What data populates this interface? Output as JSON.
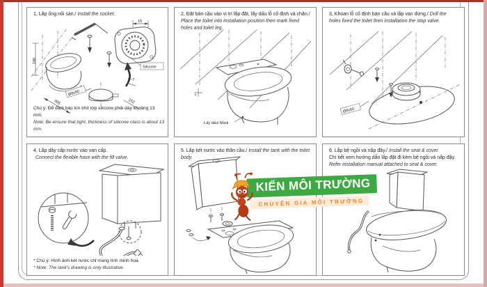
{
  "panels": [
    {
      "title_vi": "1, Lắp ống nối sàn./",
      "title_en": " Install the socket.",
      "labels": {
        "d15": "15",
        "silicone": "Silicone",
        "d180": "180",
        "d305": "305",
        "bolt": "Ø8x60",
        "d57": "5~7",
        "d152": "152"
      },
      "note_vi": "Chú ý: Để đảm bảo kín khít lớp silicone phải dày khoảng 13 mm,",
      "note_en": "Note:  Be ensure that tight, thickness of silicone class is about 13 mm."
    },
    {
      "title_vi": "2, Đặt bàn cầu vào vị trí lắp đặt, lấy dấu lỗ cố định và chân./",
      "title_en": " Place the toilet into installation position then mark fixed holes and toilet leg.",
      "labels": {
        "mark": "Lấy dấu/ Mark"
      }
    },
    {
      "title_vi": "3, Khoan lỗ cố định bàn cầu và lắp van dừng./",
      "title_en": " Drill the holes fixed the toilet then installation the stop valve.",
      "labels": {
        "bolt": "Ø8x60"
      }
    },
    {
      "title_vi": "4, Lắp dây cấp nước vào van cấp.",
      "title_en": "Connect the flexible hose with the fill valve.",
      "note_vi": "* Chú ý: Hình ảnh két nước chỉ mang tính minh họa.",
      "note_en": "* Note: The tank's drawing is only illustrative."
    },
    {
      "title_vi": "5. Lắp két nước vào thân cầu./",
      "title_en": " Install the tank with the toilet body."
    },
    {
      "title_vi": "6. Lắp bệ ngồi và nắp đậy./",
      "title_en": " Install the seat & cover.",
      "line2_vi": "Chi tiết xem hướng dẫn lắp đặt đi kèm bệ ngồi và nắp đậy.",
      "line3_en": "Refer installation manual attached to seat & cover."
    }
  ],
  "logo": {
    "brand": "KIẾN MÔI TRƯỜNG",
    "tagline": "CHUYÊN GIA MÔI TRƯỜNG",
    "colors": {
      "banner_green": "#3ea843",
      "tagline_orange": "#f58220",
      "tagline_bg": "#fdecd9",
      "ant_body": "#c0451c",
      "ant_hat": "#f0a325"
    }
  }
}
